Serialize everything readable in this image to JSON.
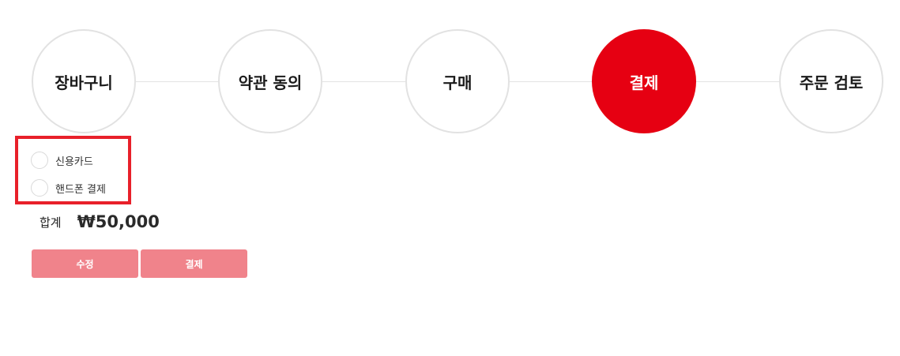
{
  "steps": [
    {
      "label": "장바구니",
      "active": false
    },
    {
      "label": "약관 동의",
      "active": false
    },
    {
      "label": "구매",
      "active": false
    },
    {
      "label": "결제",
      "active": true
    },
    {
      "label": "주문 검토",
      "active": false
    }
  ],
  "payment": {
    "options": [
      {
        "label": "신용카드",
        "selected": false
      },
      {
        "label": "핸드폰 결제",
        "selected": false
      }
    ]
  },
  "total": {
    "label": "합계",
    "amount": "₩50,000"
  },
  "buttons": {
    "edit_label": "수정",
    "pay_label": "결제"
  },
  "colors": {
    "active_step": "#e60012",
    "highlight_border": "#e8202a",
    "button_bg": "#f0838b"
  }
}
